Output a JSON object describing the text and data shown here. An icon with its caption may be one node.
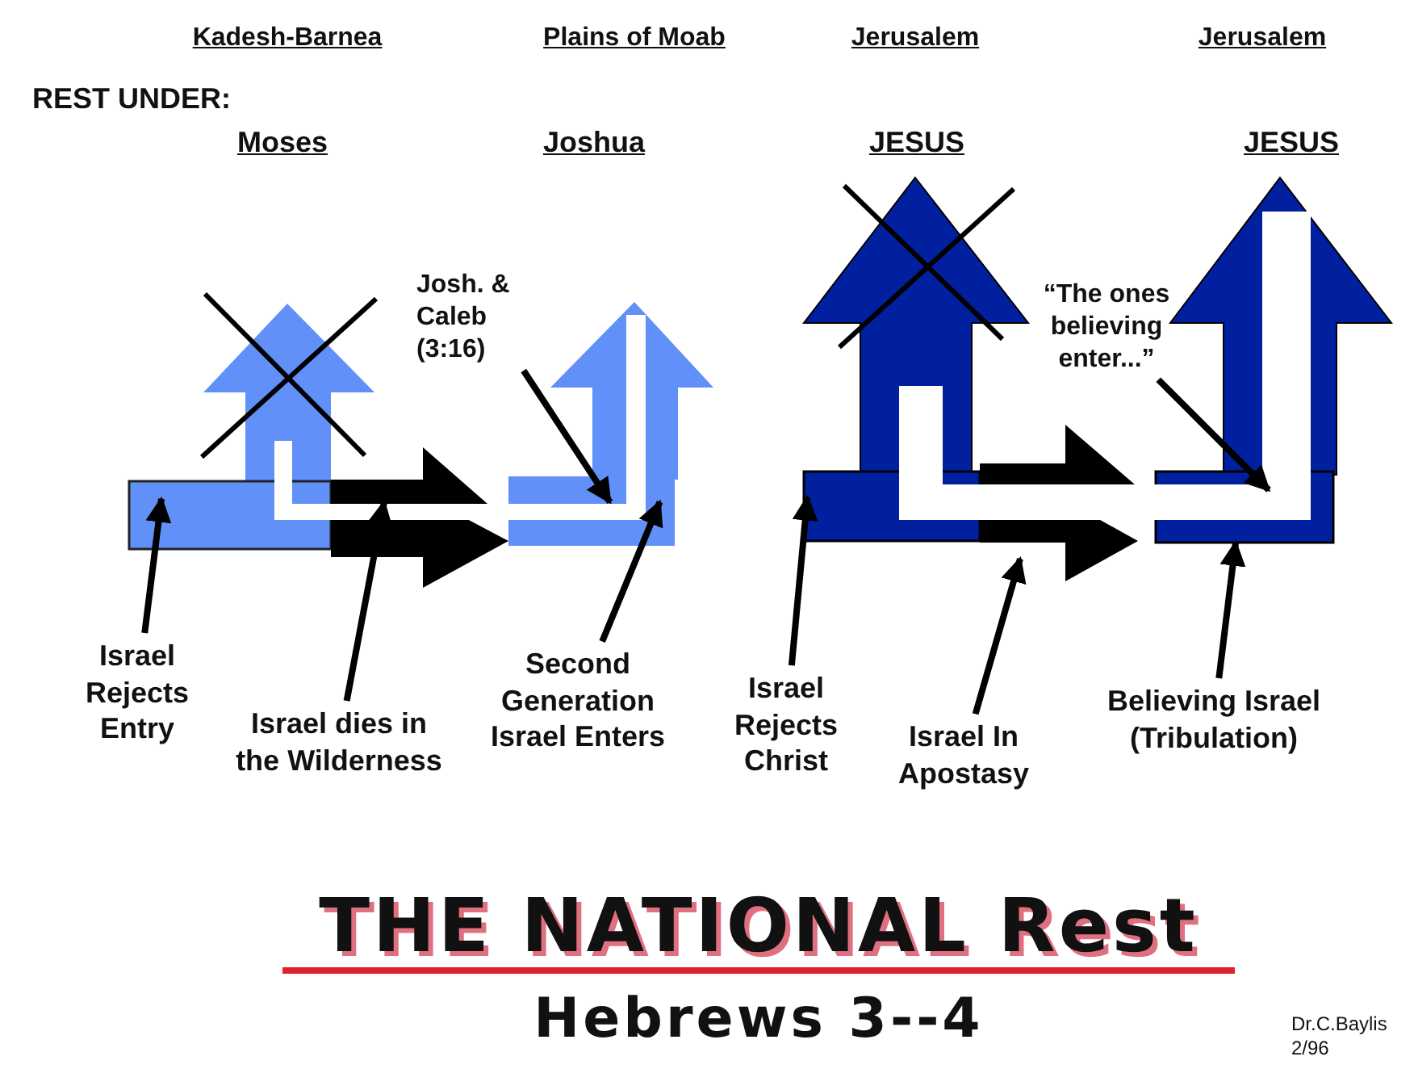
{
  "diagram": {
    "title": "THE NATIONAL Rest",
    "caption": "Hebrews 3--4",
    "nodes": [
      {
        "text": [],
        "shape": "bar"
      },
      {
        "text": [],
        "shape": "arrow"
      },
      {
        "text": [],
        "shape": "path"
      },
      {
        "text": [],
        "shape": "bar"
      },
      {
        "text": [],
        "shape": "bar"
      },
      {
        "text": [],
        "shape": "arrow"
      },
      {
        "text": [],
        "shape": "path"
      },
      {
        "text": [],
        "shape": "bar"
      },
      {
        "text": [
          "Israel Rejects Entry"
        ]
      },
      {
        "text": [
          "Israel dies in the Wilderness"
        ]
      },
      {
        "text": [
          "Josh. & Caleb (3:16)"
        ]
      },
      {
        "text": [
          "Second Generation Israel Enters"
        ]
      },
      {
        "text": [
          "Israel Rejects Christ"
        ]
      },
      {
        "text": [
          "Israel In Apostasy"
        ]
      },
      {
        "text": [
          "“The ones believing enter...”"
        ]
      },
      {
        "text": [
          "Believing Israel (Tribulation)"
        ]
      },
      {
        "text": [],
        "shape": "house"
      },
      {
        "text": [],
        "shape": "house"
      },
      {
        "text": [],
        "shape": "house"
      },
      {
        "text": [],
        "shape": "house"
      }
    ],
    "edges": [
      {
        "from": 8,
        "to": 0,
        "arrow": "to"
      },
      {
        "from": 9,
        "to": 1,
        "arrow": "to"
      },
      {
        "from": 10,
        "to": 2,
        "arrow": "to"
      },
      {
        "from": 11,
        "to": 3,
        "arrow": "to"
      },
      {
        "from": 12,
        "to": 4,
        "arrow": "to"
      },
      {
        "from": 13,
        "to": 5,
        "arrow": "to"
      },
      {
        "from": 14,
        "to": 6,
        "arrow": "to"
      },
      {
        "from": 15,
        "to": 7,
        "arrow": "to"
      }
    ],
    "labels": [
      "Kadesh-Barnea",
      "Plains of Moab",
      "Jerusalem",
      "Jerusalem",
      "REST UNDER:",
      "Moses",
      "Joshua",
      "JESUS",
      "JESUS",
      "Dr.C.Baylis",
      "2/96"
    ]
  }
}
